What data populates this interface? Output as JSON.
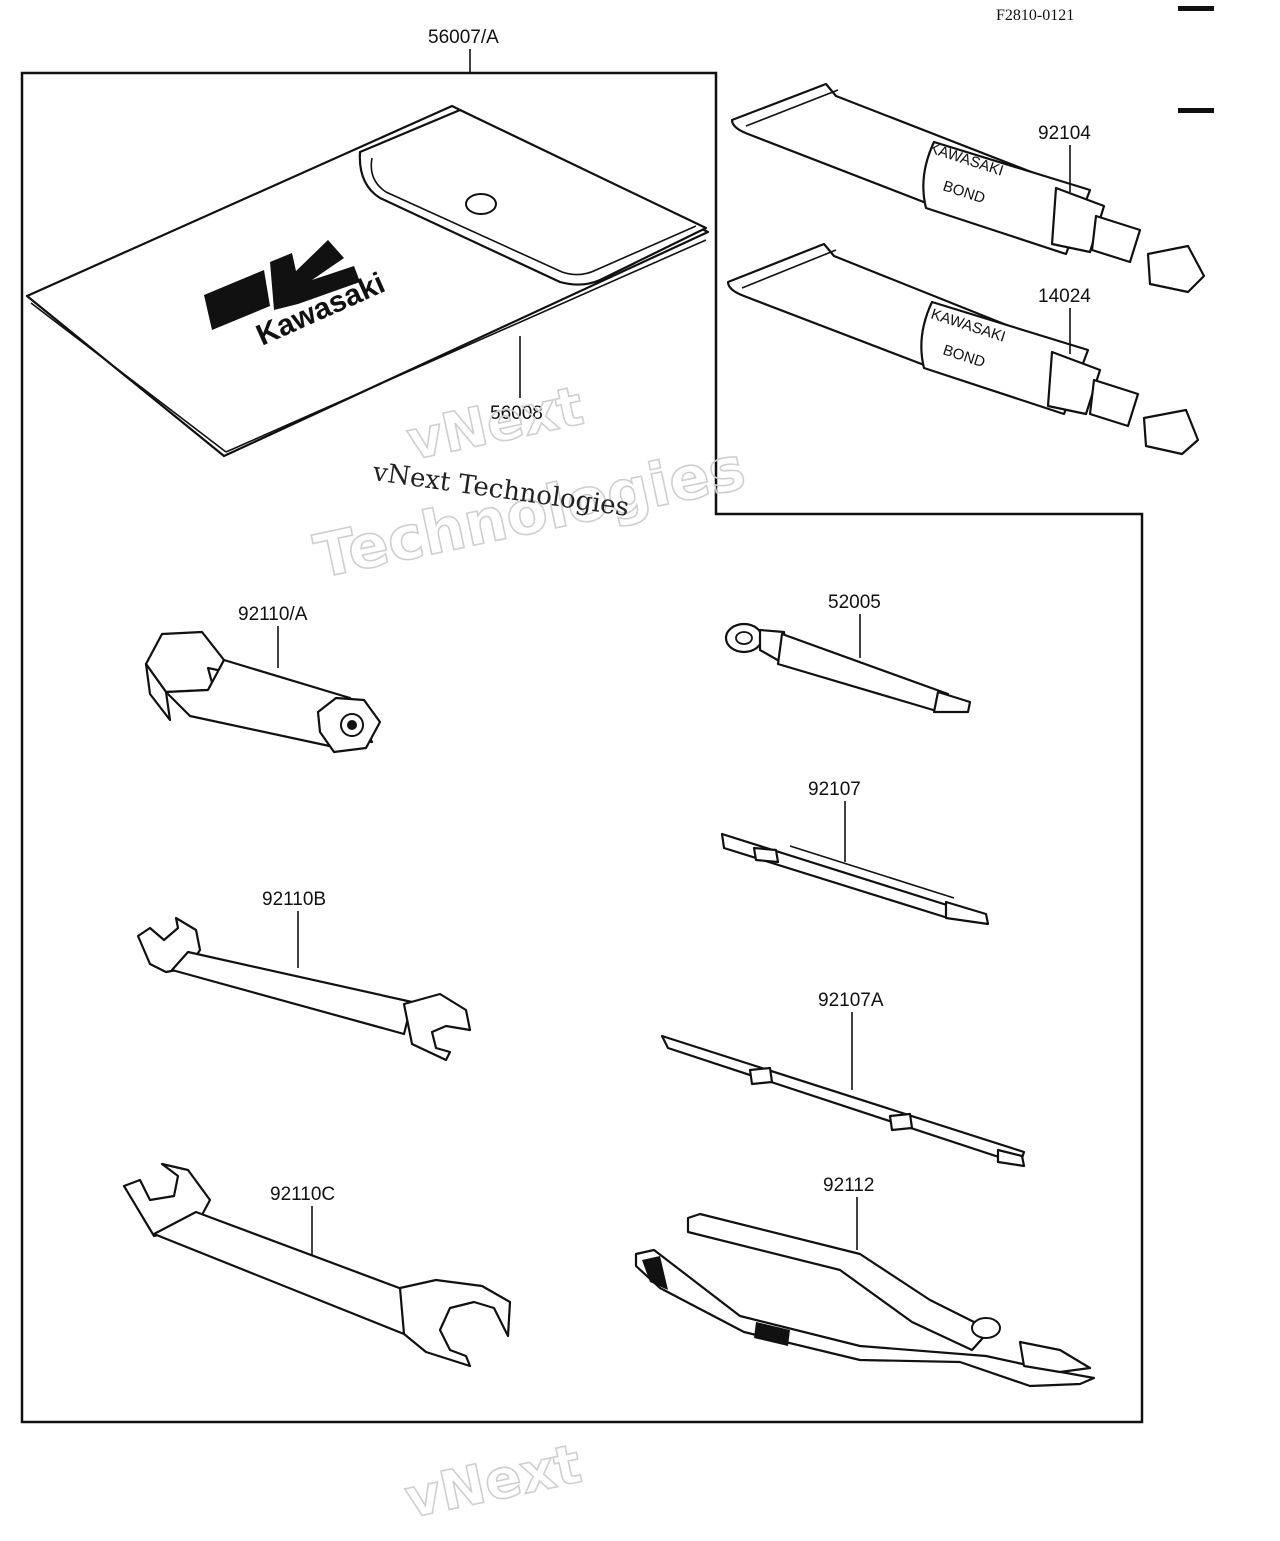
{
  "document": {
    "code": "F2810-0121"
  },
  "callouts": {
    "case_set": "56007/A",
    "tool_bag": "56008",
    "bond_tube_1": "92104",
    "bond_tube_2": "14024",
    "spark_plug_wrench": "92110/A",
    "handle_tool": "52005",
    "screwdriver": "92107",
    "screwdriver_double": "92107A",
    "wrench_b": "92110B",
    "wrench_c": "92110C",
    "pliers": "92112"
  },
  "tube_labels": {
    "line1": "KAWASAKI",
    "line2": "BOND"
  },
  "logo": {
    "brand": "Kawasaki"
  },
  "watermarks": {
    "main_line1": "vNext",
    "main_line2": "Technologies",
    "caption": "vNext Technologies",
    "bottom": "vNext"
  }
}
